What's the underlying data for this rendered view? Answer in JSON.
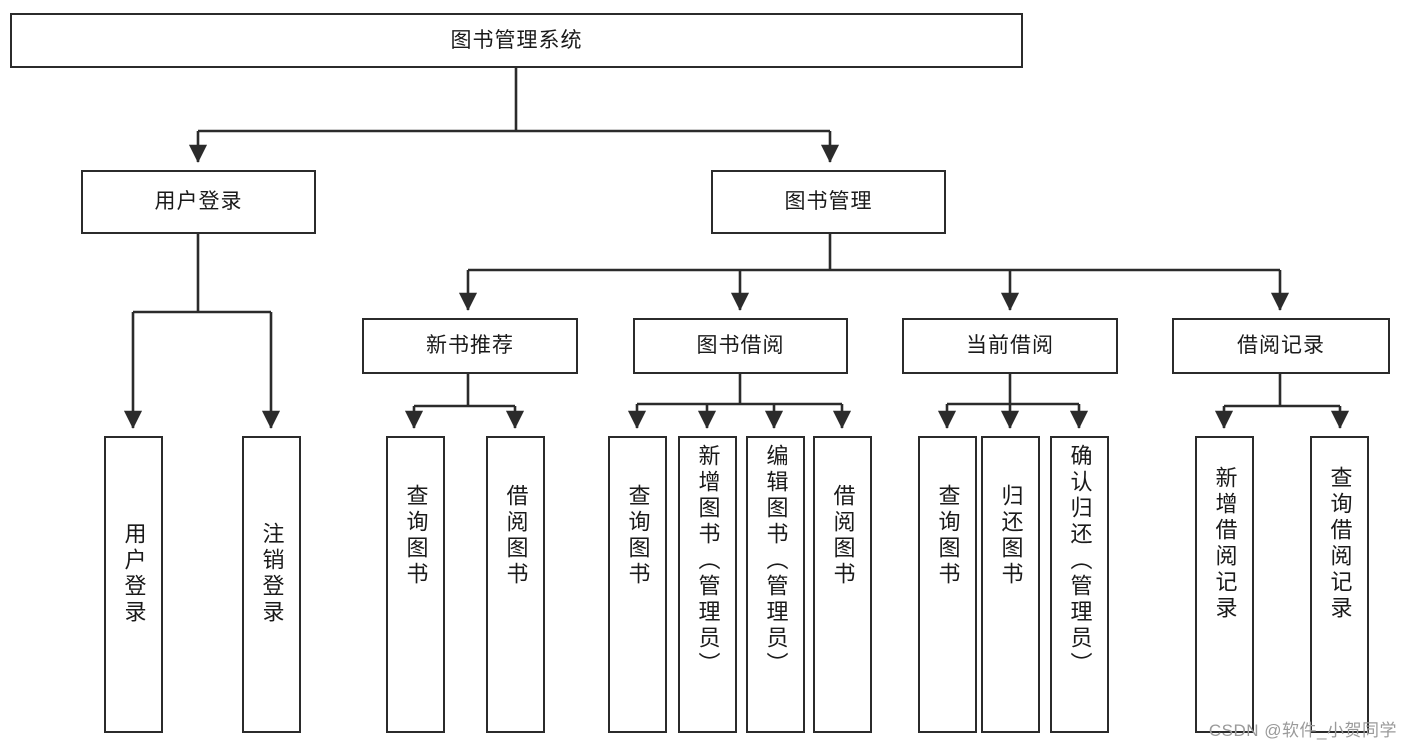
{
  "diagram": {
    "type": "tree-hierarchy-chart",
    "title": "图书管理系统",
    "stroke_color": "#2b2b2b",
    "text_color": "#1a1a1a",
    "background": "#ffffff",
    "root": {
      "label": "图书管理系统"
    },
    "level2": [
      {
        "label": "用户登录"
      },
      {
        "label": "图书管理"
      }
    ],
    "level3": [
      {
        "label": "新书推荐"
      },
      {
        "label": "图书借阅"
      },
      {
        "label": "当前借阅"
      },
      {
        "label": "借阅记录"
      }
    ],
    "leaves": {
      "user_login": [
        {
          "label": "用户登录"
        },
        {
          "label": "注销登录"
        }
      ],
      "new_book_recommend": [
        {
          "label": "查询图书"
        },
        {
          "label": "借阅图书"
        }
      ],
      "book_borrow": [
        {
          "label": "查询图书"
        },
        {
          "label": "新增图书（管理员）"
        },
        {
          "label": "编辑图书（管理员）"
        },
        {
          "label": "借阅图书"
        }
      ],
      "current_borrow": [
        {
          "label": "查询图书"
        },
        {
          "label": "归还图书"
        },
        {
          "label": "确认归还（管理员）"
        }
      ],
      "borrow_record": [
        {
          "label": "新增借阅记录"
        },
        {
          "label": "查询借阅记录"
        }
      ]
    }
  },
  "watermark": {
    "text": "CSDN @软件_小贺同学"
  }
}
